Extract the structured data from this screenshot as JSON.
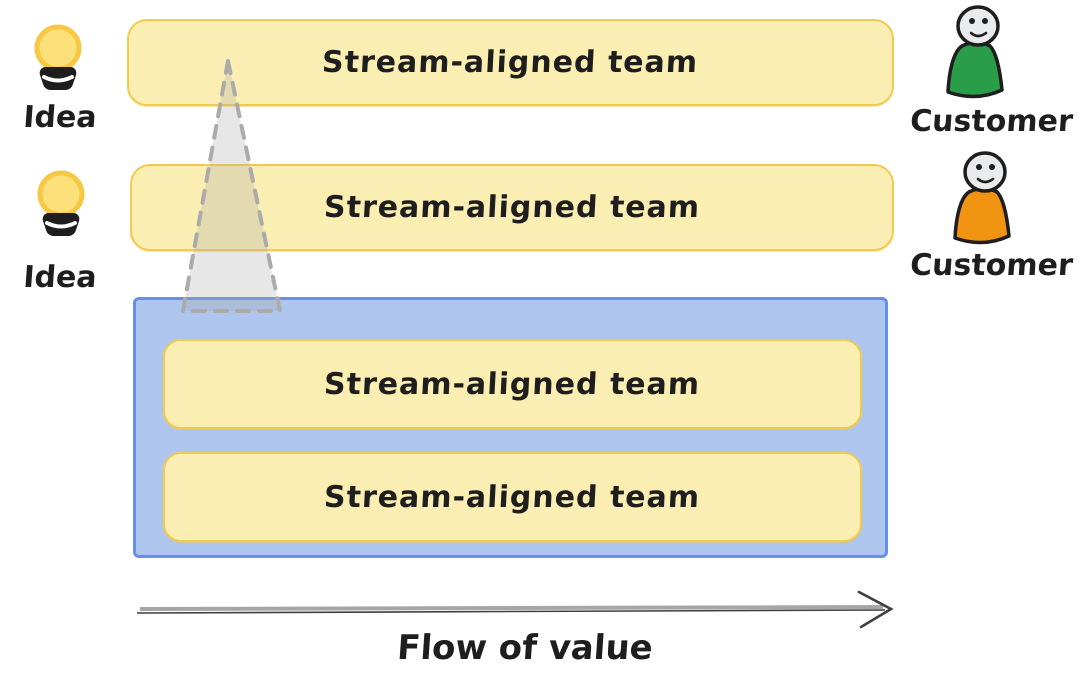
{
  "colors": {
    "team_fill": "#FBEEB2",
    "team_stroke": "#F0CB4E",
    "platform_fill": "#AEC5EE",
    "platform_stroke": "#6590E6",
    "customer_green": "#2A9D49",
    "customer_orange": "#F09411",
    "bulb_fill": "#FCE07A",
    "bulb_stroke": "#F7C843",
    "head_fill": "#E9EBED",
    "ink": "#1E1E1E",
    "cone_fill": "rgba(168,168,168,0.28)",
    "cone_stroke": "#ABABAB",
    "arrow_dark": "#3F3F3F",
    "arrow_gray": "#A6A6A6"
  },
  "lanes": [
    {
      "idea": "Idea",
      "team": "Stream-aligned team",
      "customer": "Customer"
    },
    {
      "idea": "Idea",
      "team": "Stream-aligned team",
      "customer": "Customer"
    }
  ],
  "platform": {
    "teams": [
      "Stream-aligned team",
      "Stream-aligned team"
    ]
  },
  "flow": {
    "label": "Flow of value"
  }
}
